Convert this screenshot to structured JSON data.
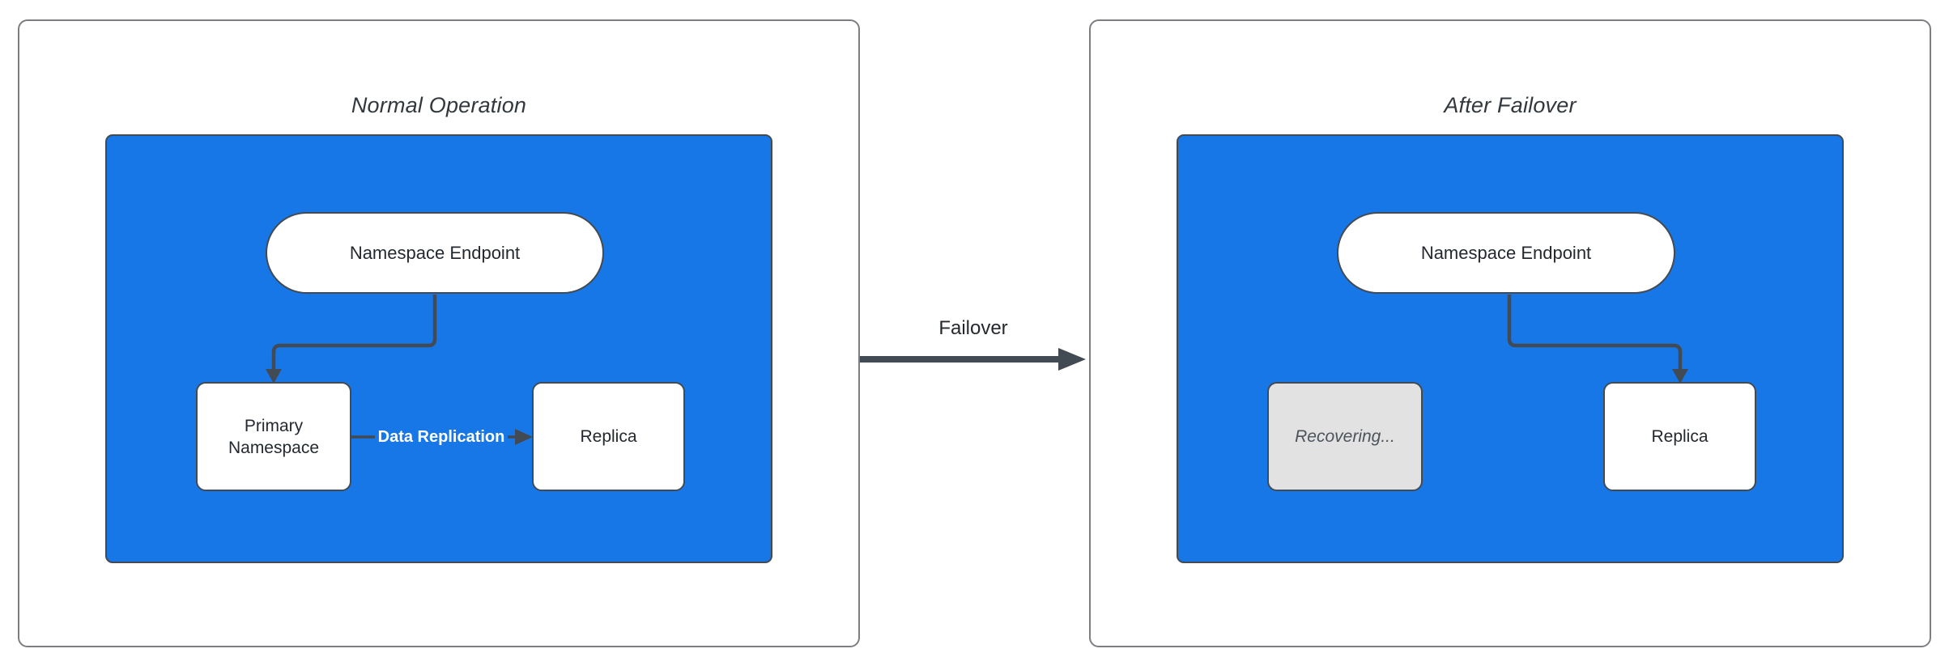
{
  "colors": {
    "blue_fill": "#1877E6",
    "edge_dark": "#424A53",
    "panel_border": "#7D7D82",
    "recovering_fill": "#E2E2E2",
    "recovering_text": "#4D535B",
    "node_text": "#24292F",
    "title_text": "#33383E",
    "edge_label_text": "#FFFFFF"
  },
  "left_panel": {
    "title": "Normal Operation",
    "endpoint": "Namespace Endpoint",
    "primary": "Primary Namespace",
    "replica": "Replica",
    "replication_label": "Data Replication"
  },
  "failover": {
    "label": "Failover"
  },
  "right_panel": {
    "title": "After Failover",
    "endpoint": "Namespace Endpoint",
    "recovering": "Recovering...",
    "replica": "Replica"
  }
}
